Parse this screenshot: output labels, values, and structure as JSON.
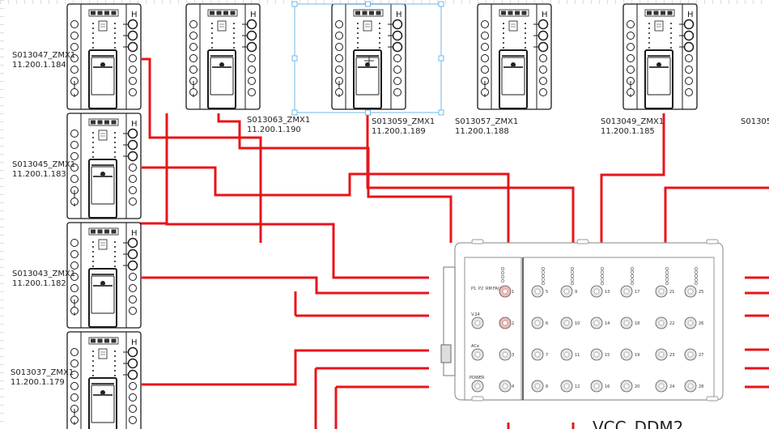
{
  "modules": [
    {
      "id": "S013047_ZMX1",
      "ip": "11.200.1.184"
    },
    {
      "id": "S013063_ZMX1",
      "ip": "11.200.1.190"
    },
    {
      "id": "S013059_ZMX1",
      "ip": "11.200.1.189"
    },
    {
      "id": "S013057_ZMX1",
      "ip": "11.200.1.188"
    },
    {
      "id": "S013049_ZMX1",
      "ip": "11.200.1.185"
    },
    {
      "id": "S01305",
      "ip": ""
    },
    {
      "id": "S013045_ZMX1",
      "ip": "11.200.1.183"
    },
    {
      "id": "S013043_ZMX1",
      "ip": "11.200.1.182"
    },
    {
      "id": "S013037_ZMX1",
      "ip": "11.200.1.179"
    }
  ],
  "switch": {
    "title": "VCC_DDM2",
    "leds": [
      "P1",
      "P2",
      "RM",
      "FAULT"
    ],
    "port_labels": [
      "V.24",
      "ACe",
      "POWER"
    ],
    "port_numbers": [
      "1",
      "2",
      "3",
      "4",
      "5",
      "6",
      "7",
      "8",
      "9",
      "10",
      "11",
      "12",
      "13",
      "14",
      "15",
      "16",
      "17",
      "18",
      "19",
      "20",
      "21",
      "22",
      "23",
      "24",
      "25",
      "26",
      "27",
      "28"
    ]
  },
  "colors": {
    "wire": "#e8141b",
    "device_outline": "#1a1a1a",
    "selection": "#6fb8e8"
  }
}
